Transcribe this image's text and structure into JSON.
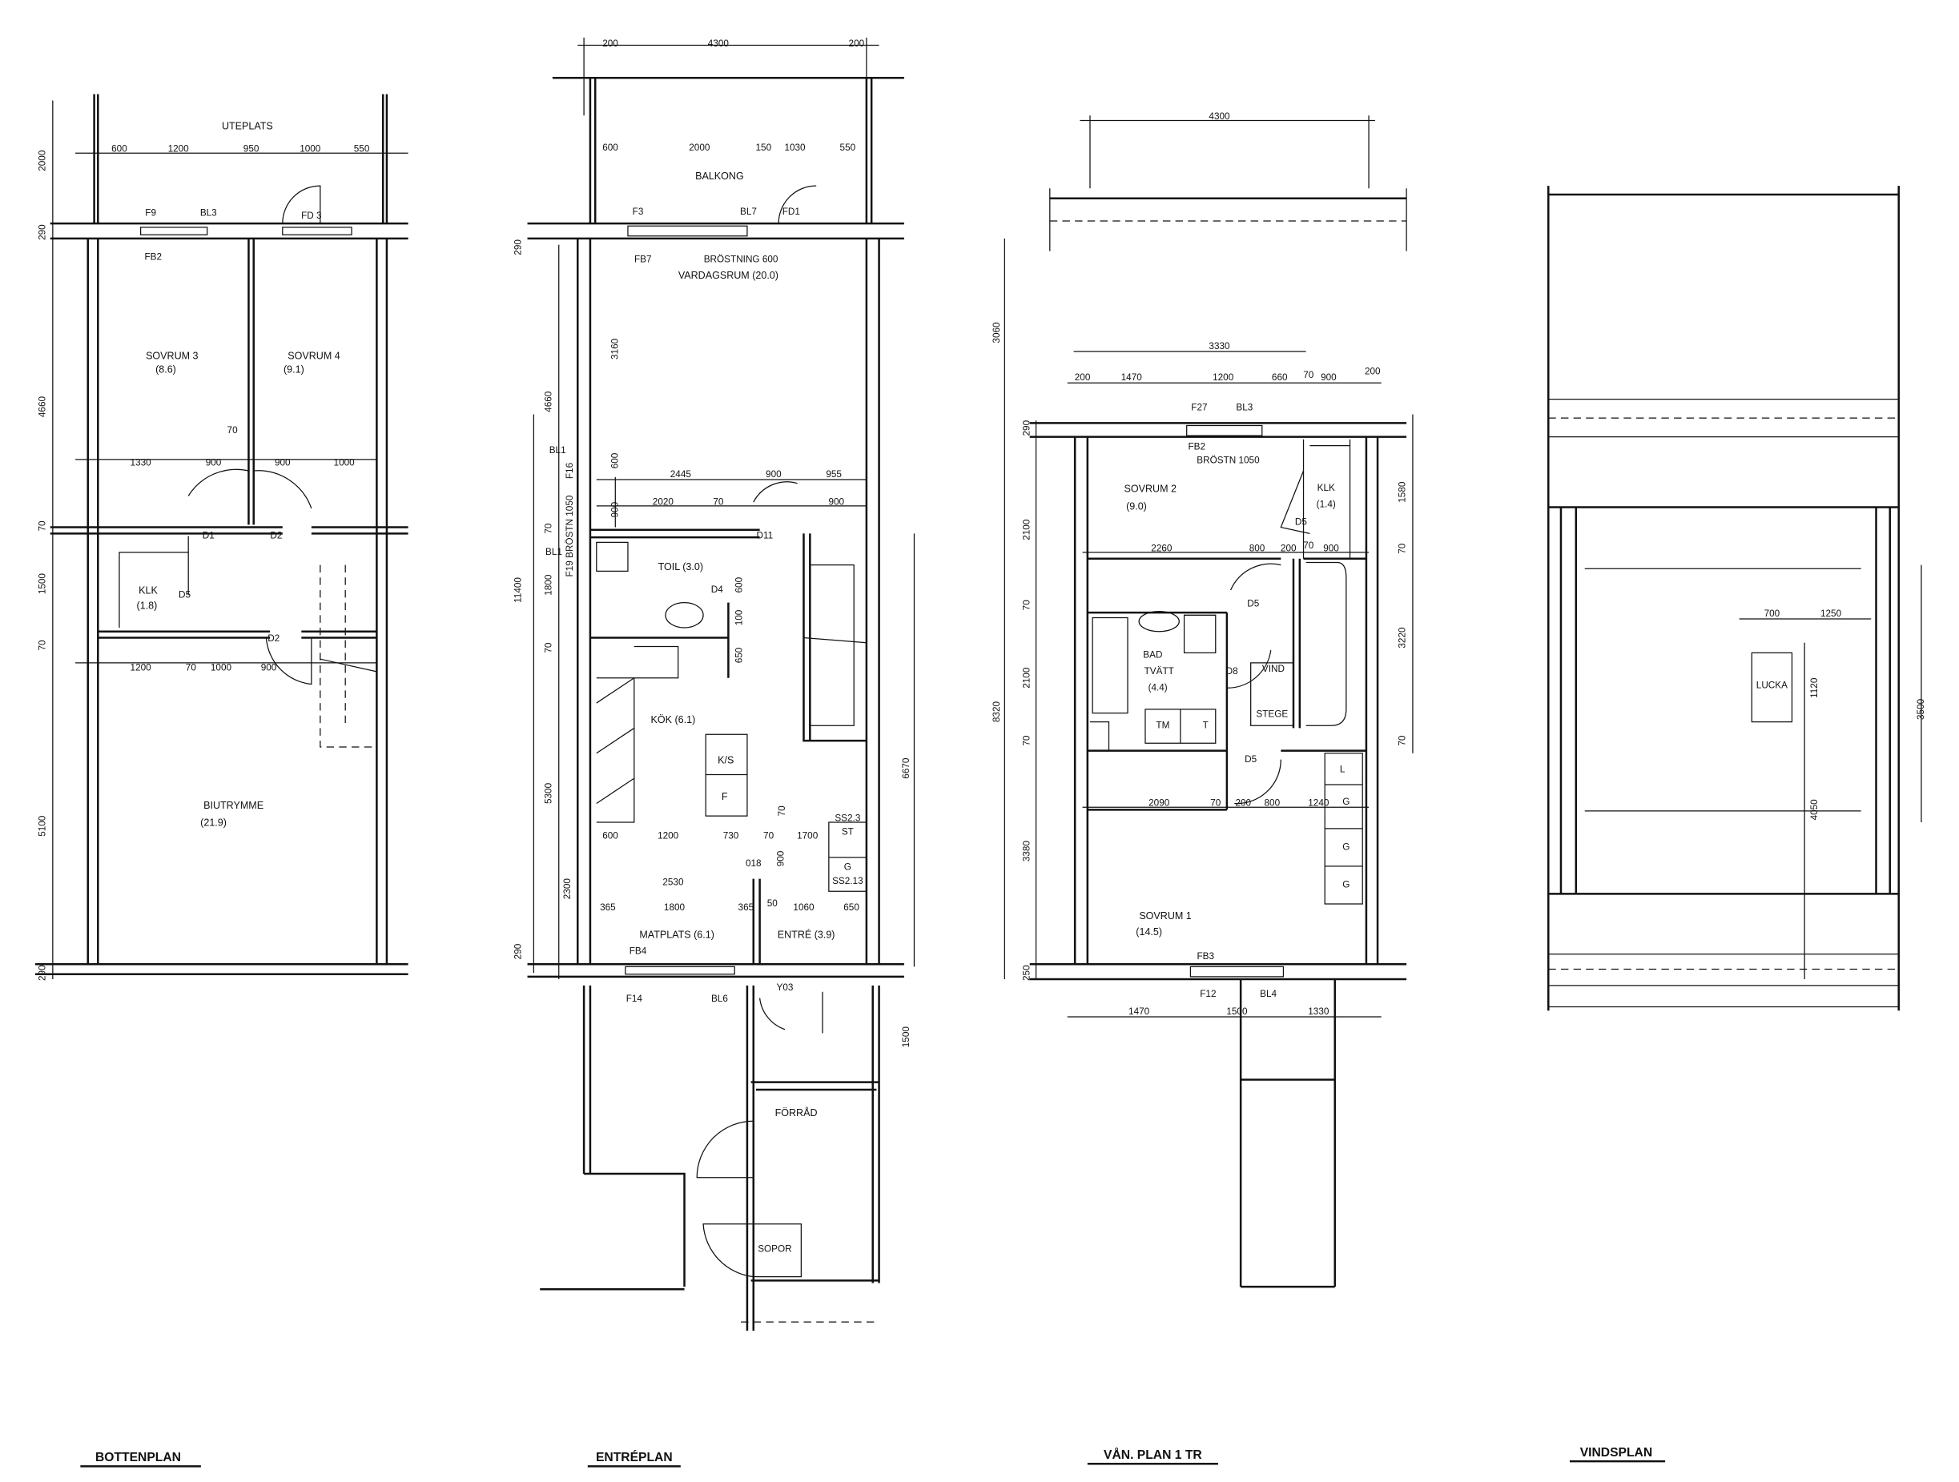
{
  "bottenplan": {
    "title": "BOTTENPLAN",
    "rooms": [
      "UTEPLATS",
      "SOVRUM 3",
      "(8.6)",
      "SOVRUM 4",
      "(9.1)",
      "KLK",
      "(1.8)",
      "BIUTRYMME",
      "(21.9)"
    ],
    "codes": [
      "F9",
      "BL3",
      "FD 3",
      "FB2",
      "D1",
      "D2",
      "D5",
      "D2"
    ],
    "dims": [
      "600",
      "1200",
      "950",
      "1000",
      "550",
      "70",
      "1330",
      "900",
      "900",
      "1000",
      "1200",
      "70",
      "1000",
      "900"
    ],
    "vdims": [
      "2000",
      "290",
      "4660",
      "70",
      "1500",
      "70",
      "5100",
      "290"
    ]
  },
  "entreplan": {
    "title": "ENTRÉPLAN",
    "rooms": [
      "BALKONG",
      "VARDAGSRUM (20.0)",
      "BRÖSTNING 600",
      "TOIL (3.0)",
      "KÖK (6.1)",
      "K/S",
      "F",
      "MATPLATS (6.1)",
      "ENTRÉ (3.9)",
      "FÖRRÅD",
      "SOPOR",
      "ST",
      "G"
    ],
    "codes": [
      "F3",
      "BL7",
      "FD1",
      "FB7",
      "BL1",
      "F16",
      "BL1",
      "F19 BRÖSTN 1050",
      "D11",
      "D4",
      "SS2.3",
      "SS2.13",
      "FB4",
      "F14",
      "BL6",
      "Y03",
      "018"
    ],
    "dims": [
      "200",
      "4300",
      "200",
      "600",
      "2000",
      "150",
      "1030",
      "550",
      "2445",
      "900",
      "955",
      "2020",
      "70",
      "900",
      "600",
      "1200",
      "730",
      "70",
      "1700",
      "70",
      "2530",
      "365",
      "1800",
      "365",
      "50",
      "1060",
      "650",
      "900"
    ],
    "vdims": [
      "290",
      "4660",
      "3160",
      "600",
      "900",
      "70",
      "11400",
      "1800",
      "70",
      "600",
      "100",
      "650",
      "5300",
      "2300",
      "290",
      "6670",
      "1500"
    ]
  },
  "van1": {
    "title": "VÅN. PLAN 1 TR",
    "rooms": [
      "SOVRUM 2",
      "(9.0)",
      "KLK",
      "(1.4)",
      "BAD",
      "TVÄTT",
      "(4.4)",
      "VIND",
      "STEGE",
      "TM",
      "T",
      "L",
      "G",
      "G",
      "G",
      "SOVRUM 1",
      "(14.5)"
    ],
    "codes": [
      "F27",
      "BL3",
      "FB2",
      "BRÖSTN 1050",
      "D5",
      "D5",
      "D8",
      "D5",
      "FB3",
      "F12",
      "BL4"
    ],
    "dims": [
      "4300",
      "3330",
      "200",
      "1470",
      "1200",
      "660",
      "70",
      "900",
      "200",
      "2260",
      "800",
      "200",
      "70",
      "900",
      "2090",
      "70",
      "200",
      "800",
      "1240",
      "1470",
      "1500",
      "1330"
    ],
    "vdims": [
      "3060",
      "290",
      "2100",
      "70",
      "2100",
      "8320",
      "70",
      "3380",
      "250",
      "1580",
      "70",
      "3220",
      "70"
    ]
  },
  "vindsplan": {
    "title": "VINDSPLAN",
    "rooms": [
      "LUCKA"
    ],
    "dims": [
      "700",
      "1250"
    ],
    "vdims": [
      "1120",
      "4050",
      "3500"
    ]
  }
}
